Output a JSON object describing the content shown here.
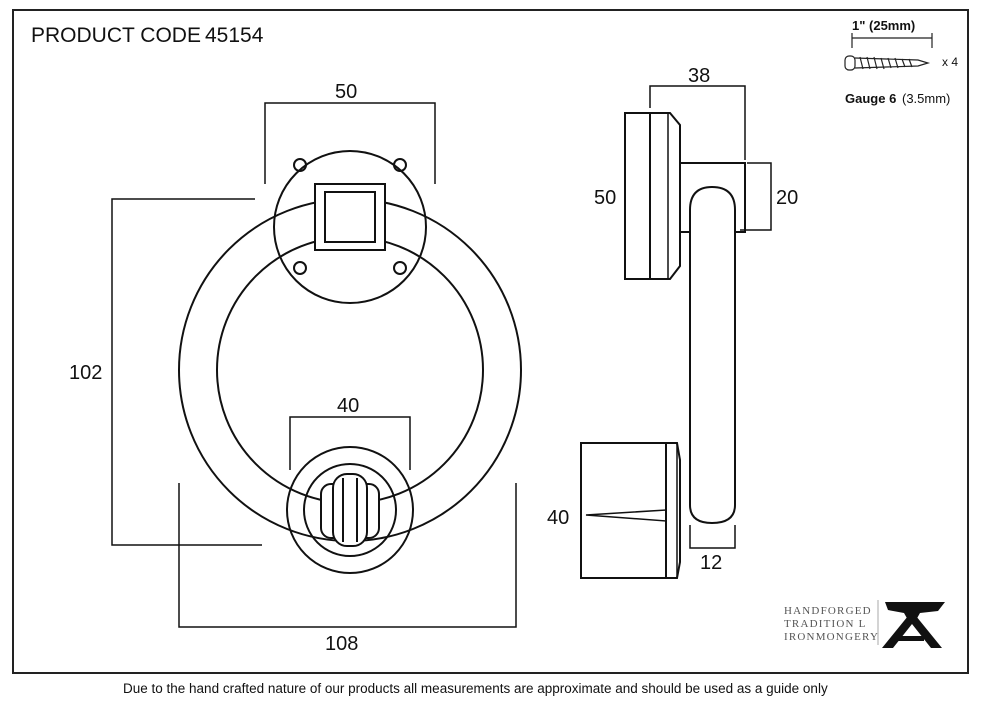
{
  "header": {
    "product_label": "PRODUCT CODE",
    "product_code": "45154"
  },
  "screw_spec": {
    "length": "1\" (25mm)",
    "quantity": "x 4",
    "gauge_label": "Gauge 6",
    "gauge_mm": "(3.5mm)"
  },
  "front_view": {
    "backplate_width": "50",
    "overall_height": "102",
    "striker_width": "40",
    "overall_width": "108"
  },
  "side_view": {
    "projection": "38",
    "backplate_height": "50",
    "arm_height": "20",
    "striker_height": "40",
    "ring_thickness": "12"
  },
  "brand": {
    "line1": "HANDFORGED",
    "line2": "TRADITION L",
    "line3": "IRONMONGERY"
  },
  "footer": {
    "disclaimer": "Due to the hand crafted nature of our products all measurements are approximate and should be used as a guide only"
  }
}
